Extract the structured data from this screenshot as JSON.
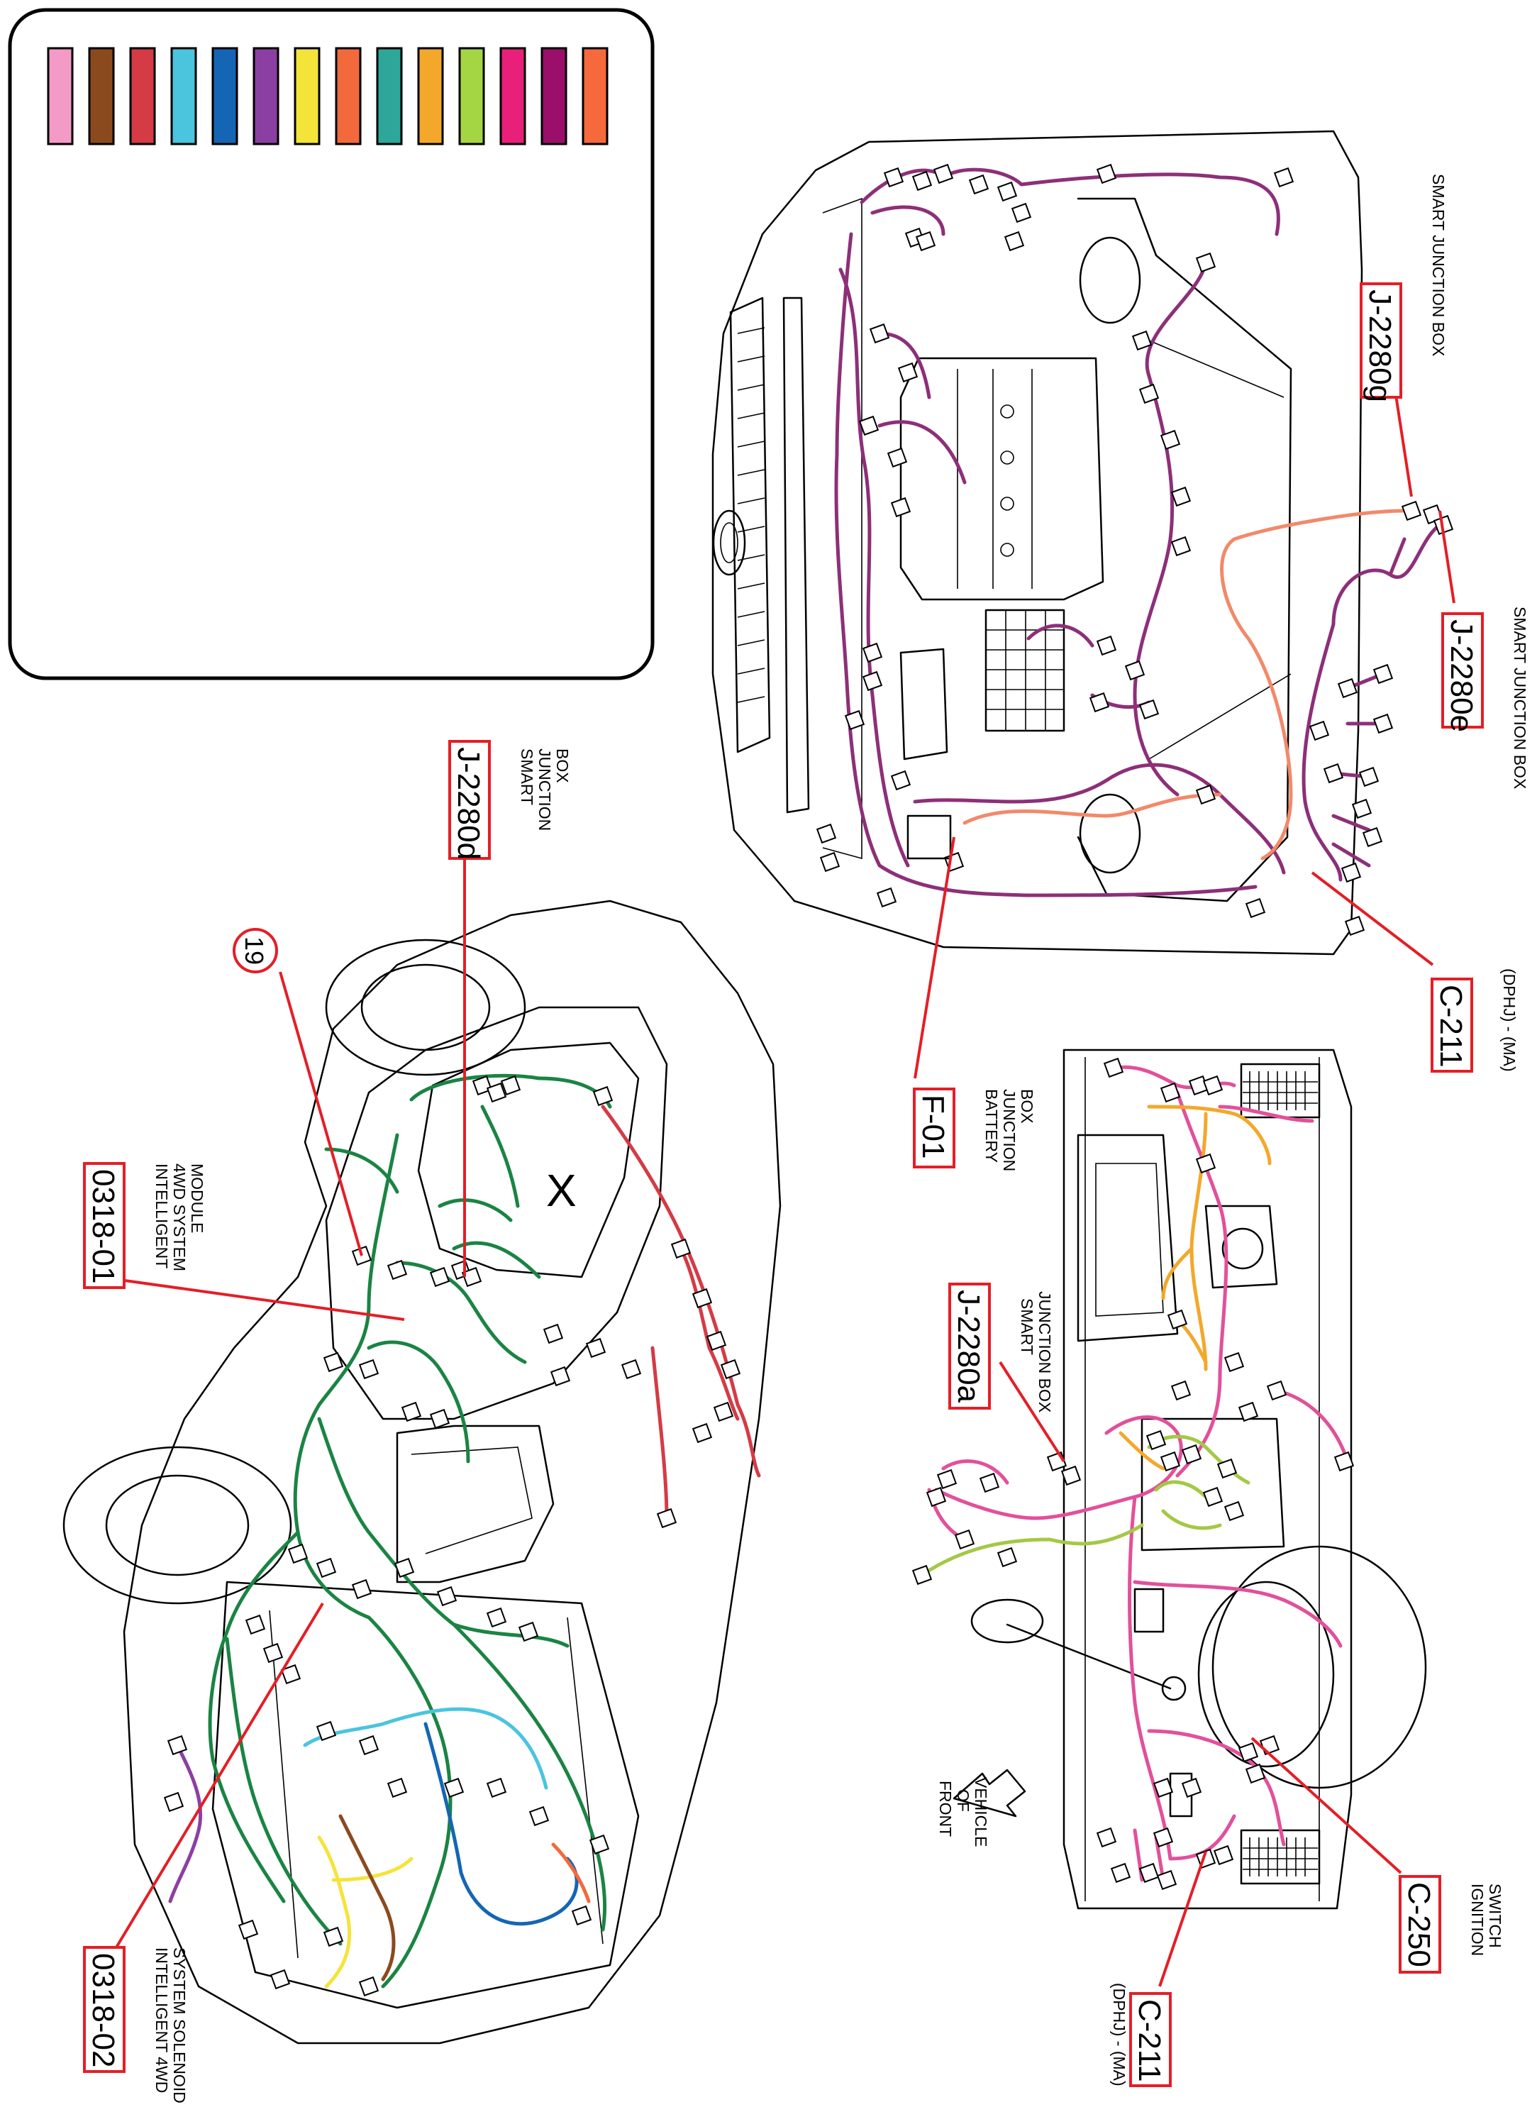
{
  "legend": {
    "colors": [
      "#f39ac7",
      "#8b4a1e",
      "#d43b45",
      "#4bc4de",
      "#1466b4",
      "#8c3fa2",
      "#f4e43a",
      "#f26a3c",
      "#2fa69a",
      "#f3a82b",
      "#a4d644",
      "#e8207a",
      "#9b0f6a",
      "#f5693d"
    ]
  },
  "wire_colors": {
    "engine_bay": "#8d2f79",
    "engine_bay_alt": "#f2896a",
    "dashboard": "#e2509a",
    "dashboard_orange": "#f3a82b",
    "dashboard_green": "#a4c844",
    "chassis": "#1a8443",
    "chassis_red": "#d43b45",
    "chassis_cyan": "#4bc4de",
    "chassis_yellow": "#f4e43a",
    "chassis_brown": "#8b4a1e",
    "chassis_blue": "#1466b4",
    "chassis_purple": "#8c3fa2",
    "chassis_orange": "#f26a3c"
  },
  "callouts": {
    "j2280g": {
      "code": "J-2280g",
      "desc": [
        "SMART JUNCTION BOX"
      ]
    },
    "j2280e": {
      "code": "J-2280e",
      "desc": [
        "SMART JUNCTION BOX"
      ]
    },
    "c211_top": {
      "code": "C-211",
      "desc": [
        "(DPHJ) - (MA)"
      ]
    },
    "f01": {
      "code": "F-01",
      "desc": [
        "BATTERY",
        "JUNCTION",
        "BOX"
      ]
    },
    "j2280d": {
      "code": "J-2280d",
      "desc": [
        "SMART",
        "JUNCTION",
        "BOX"
      ]
    },
    "ref19": {
      "code": "19"
    },
    "c0318_01": {
      "code": "0318-01",
      "desc": [
        "INTELLIGENT",
        "4WD SYSTEM",
        "MODULE"
      ]
    },
    "c0318_02": {
      "code": "0318-02",
      "desc": [
        "INTELLIGENT 4WD",
        "SYSTEM SOLENOID"
      ]
    },
    "j2280a": {
      "code": "J-2280a",
      "desc": [
        "SMART",
        "JUNCTION BOX"
      ]
    },
    "c250": {
      "code": "C-250",
      "desc": [
        "IGNITION",
        "SWITCH"
      ]
    },
    "c211_bottom": {
      "code": "C-211",
      "desc": [
        "(DPHJ) - (MA)"
      ]
    },
    "front": {
      "desc": [
        "FRONT",
        "OF",
        "VEHICLE"
      ]
    }
  },
  "view_marker": "X"
}
